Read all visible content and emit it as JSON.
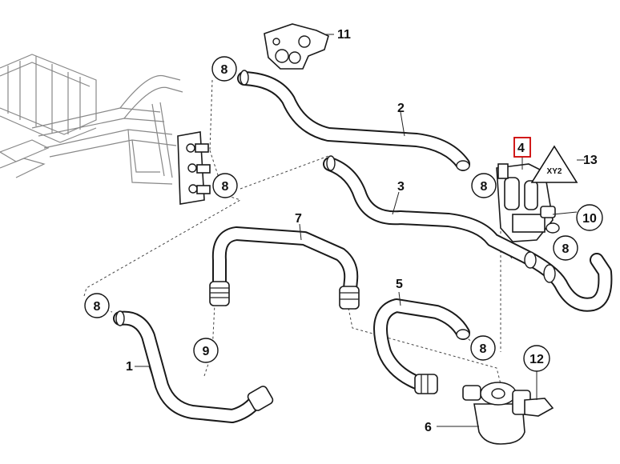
{
  "diagram": {
    "callouts": {
      "p1": "1",
      "p2": "2",
      "p3": "3",
      "p4": "4",
      "p5": "5",
      "p6": "6",
      "p7": "7",
      "p8": "8",
      "p9": "9",
      "p10": "10",
      "p11": "11",
      "p12": "12",
      "p13": "13"
    },
    "warning_symbol_text": "XY2",
    "highlight_color": "#cc0000"
  }
}
